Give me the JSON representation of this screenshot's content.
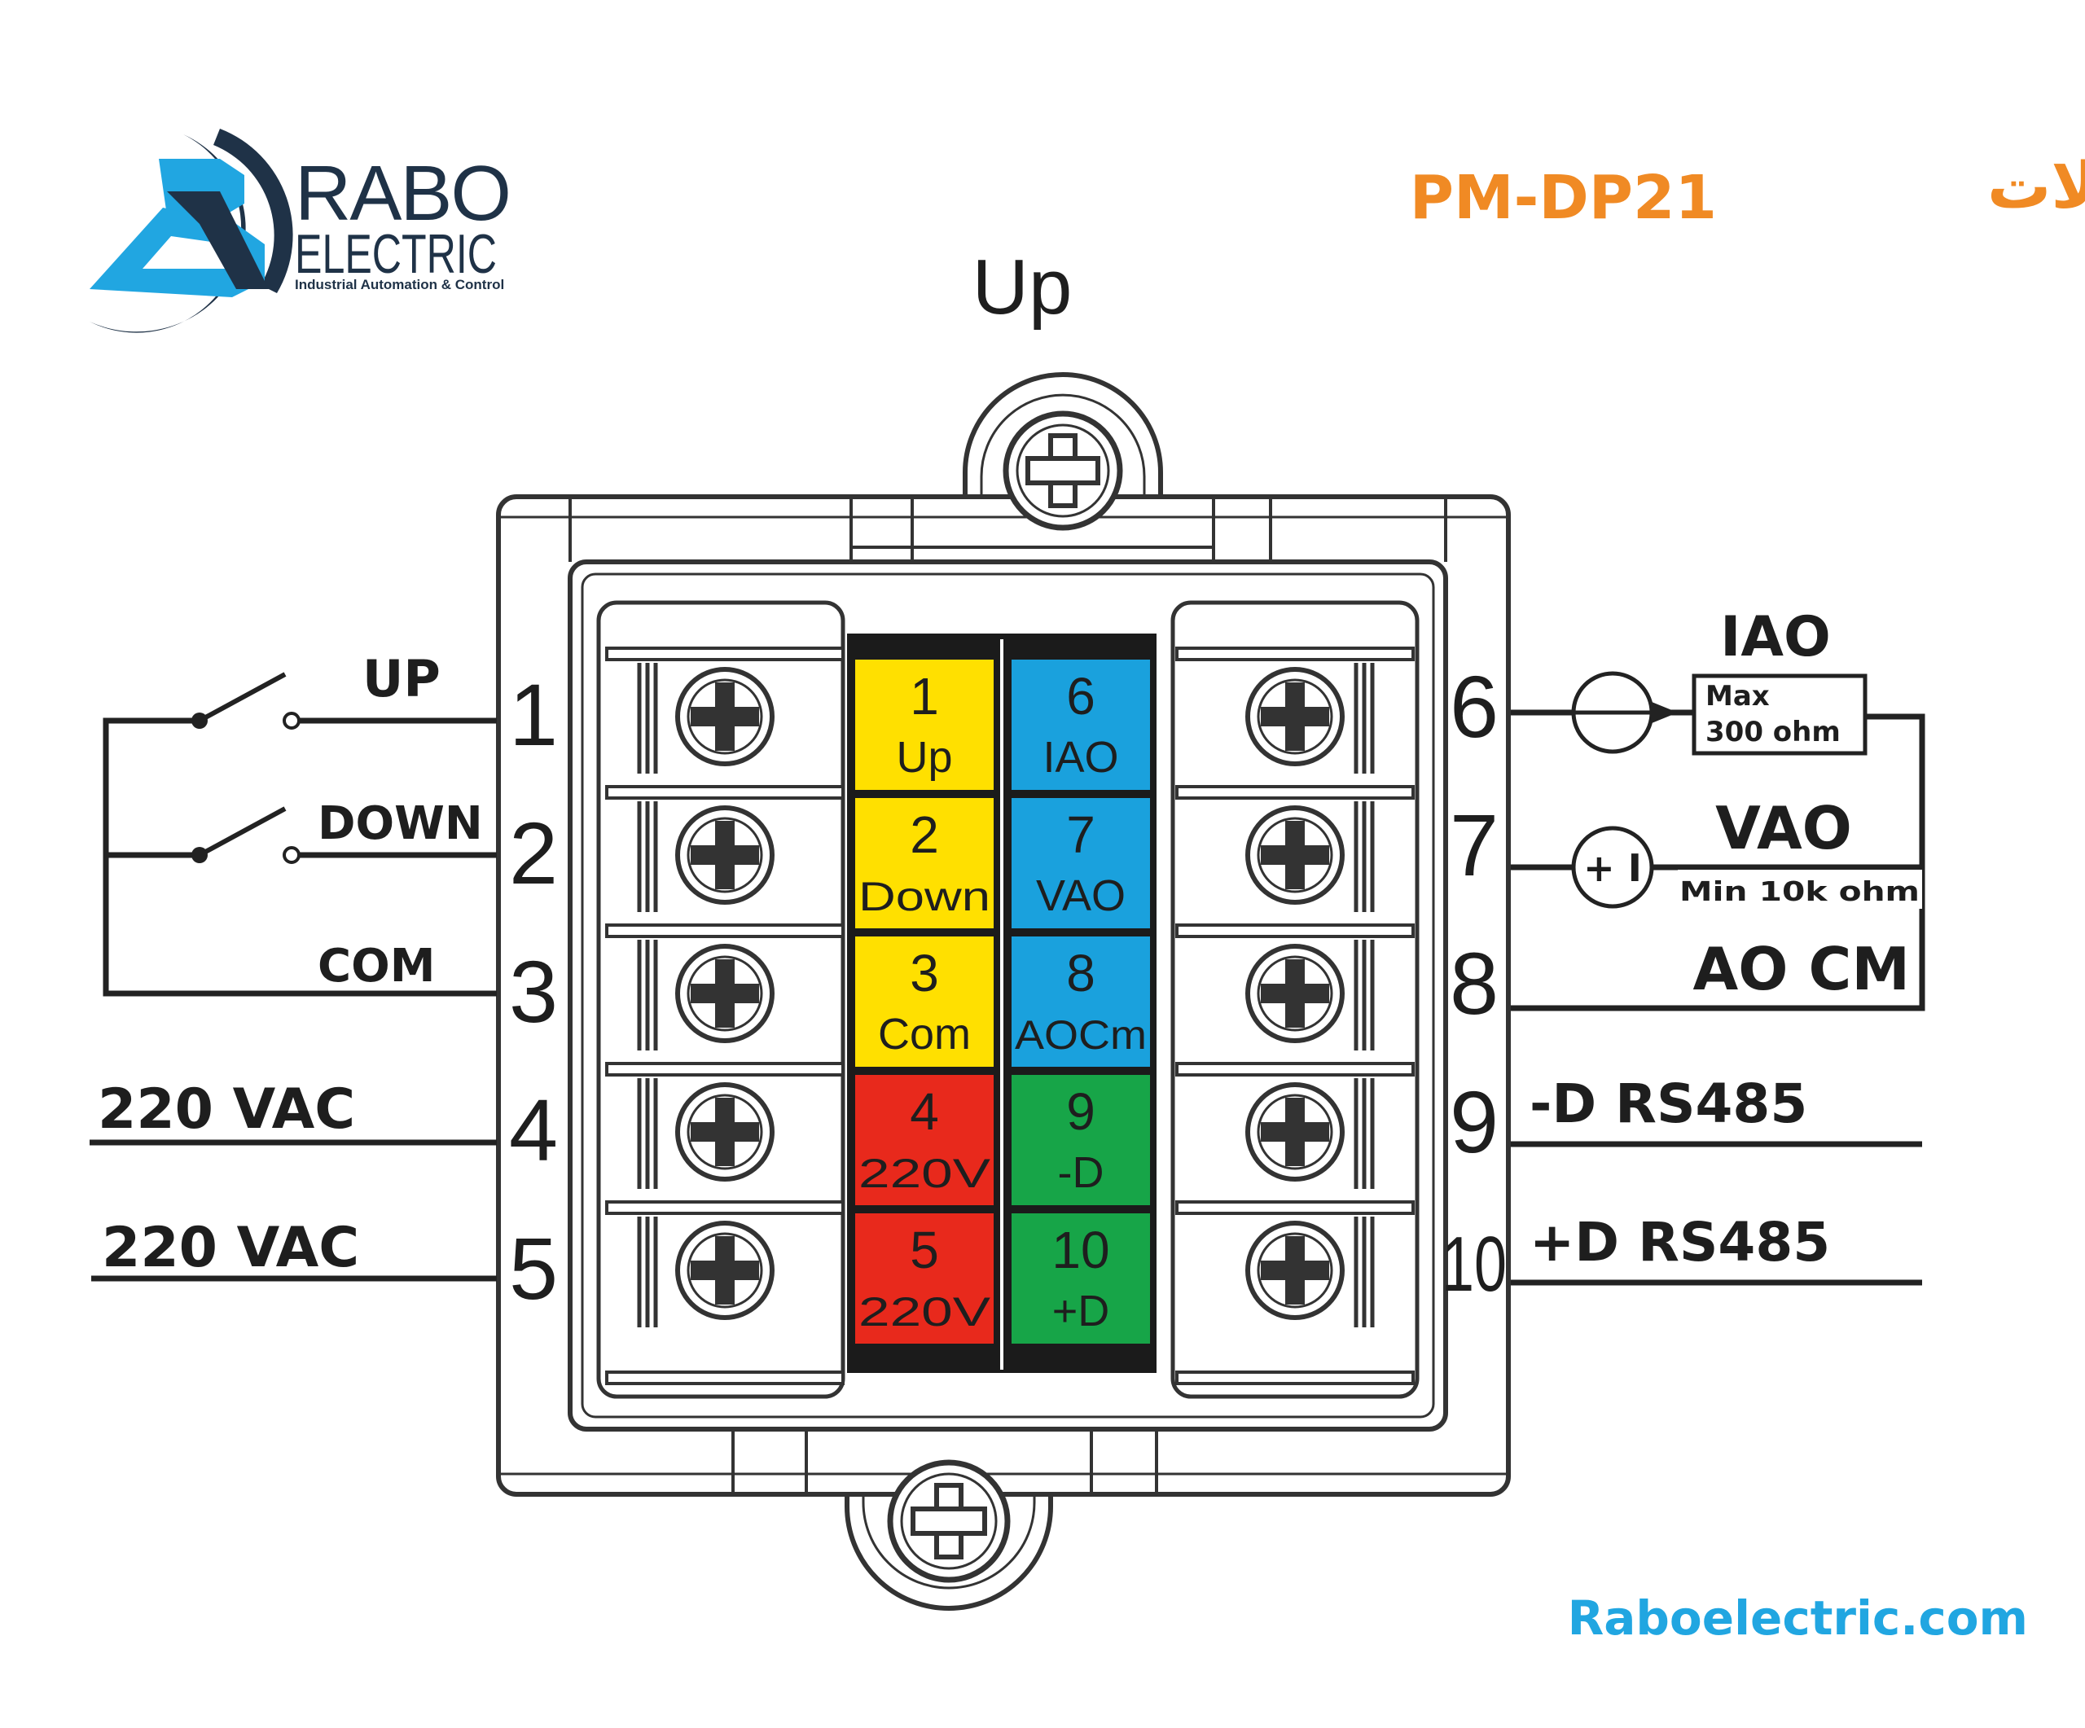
{
  "brand": {
    "name_line1": "RABO",
    "name_line2": "ELECTRIC",
    "tagline": "Industrial Automation & Control",
    "logo_mark": "BR",
    "colors": {
      "navy": "#1f3247",
      "cyan": "#21a6e1"
    }
  },
  "title": {
    "model": "PM-DP21",
    "persian_word": "اتصالات",
    "color": "#f08a24"
  },
  "orientation_label": "Up",
  "left_terminals": {
    "numbers": [
      "1",
      "2",
      "3",
      "4",
      "5"
    ],
    "wire_labels": [
      "UP",
      "DOWN",
      "COM",
      "220 VAC",
      "220 VAC"
    ]
  },
  "right_terminals": {
    "numbers": [
      "6",
      "7",
      "8",
      "9",
      "10"
    ],
    "wire_labels": [
      "IAO",
      "VAO",
      "AO CM",
      "-D RS485",
      "+D RS485"
    ],
    "iao_box": {
      "line1": "Max",
      "line2": "300 ohm"
    },
    "vao_note": "Min 10k ohm",
    "vao_meter_symbol": "+ I"
  },
  "table": {
    "left_column": [
      {
        "num": "1",
        "name": "Up",
        "color": "#ffe000"
      },
      {
        "num": "2",
        "name": "Down",
        "color": "#ffe000"
      },
      {
        "num": "3",
        "name": "Com",
        "color": "#ffe000"
      },
      {
        "num": "4",
        "name": "220V",
        "color": "#e8291c"
      },
      {
        "num": "5",
        "name": "220V",
        "color": "#e8291c"
      }
    ],
    "right_column": [
      {
        "num": "6",
        "name": "IAO",
        "color": "#1aa1dd"
      },
      {
        "num": "7",
        "name": "VAO",
        "color": "#1aa1dd"
      },
      {
        "num": "8",
        "name": "AOCm",
        "color": "#1aa1dd"
      },
      {
        "num": "9",
        "name": "-D",
        "color": "#17a548"
      },
      {
        "num": "10",
        "name": "+D",
        "color": "#17a548"
      }
    ]
  },
  "website": {
    "text": "Raboelectric.com",
    "color": "#21a6e1"
  }
}
